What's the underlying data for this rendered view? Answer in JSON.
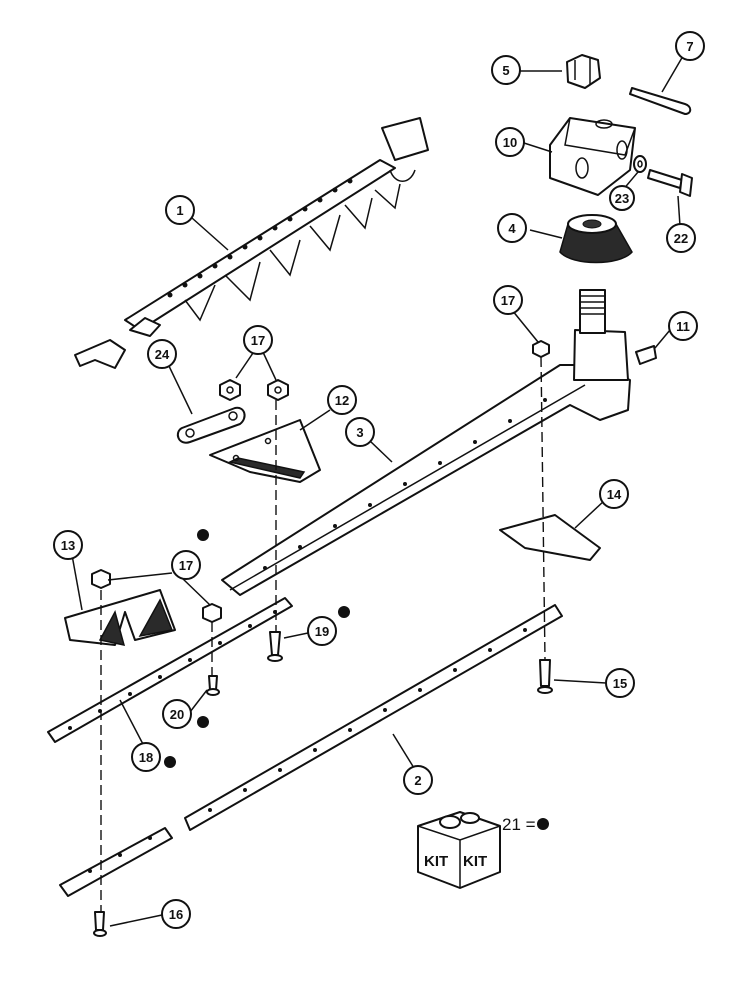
{
  "callouts": [
    {
      "id": "c1",
      "label": "1"
    },
    {
      "id": "c2",
      "label": "2"
    },
    {
      "id": "c3",
      "label": "3"
    },
    {
      "id": "c4",
      "label": "4"
    },
    {
      "id": "c5",
      "label": "5"
    },
    {
      "id": "c7",
      "label": "7"
    },
    {
      "id": "c10",
      "label": "10"
    },
    {
      "id": "c11",
      "label": "11"
    },
    {
      "id": "c12",
      "label": "12"
    },
    {
      "id": "c13",
      "label": "13"
    },
    {
      "id": "c14",
      "label": "14"
    },
    {
      "id": "c15",
      "label": "15"
    },
    {
      "id": "c16",
      "label": "16"
    },
    {
      "id": "c17a",
      "label": "17"
    },
    {
      "id": "c17b",
      "label": "17"
    },
    {
      "id": "c17c",
      "label": "17"
    },
    {
      "id": "c18",
      "label": "18"
    },
    {
      "id": "c19",
      "label": "19"
    },
    {
      "id": "c20",
      "label": "20"
    },
    {
      "id": "c22",
      "label": "22"
    },
    {
      "id": "c23",
      "label": "23"
    },
    {
      "id": "c24",
      "label": "24"
    }
  ],
  "kit": {
    "box_label_left": "KIT",
    "box_label_right": "KIT",
    "legend_text": "21 ="
  }
}
